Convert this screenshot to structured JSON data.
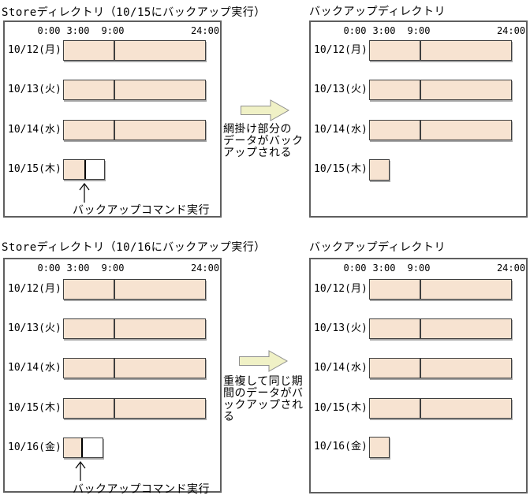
{
  "colors": {
    "bar_fill": "#F7E3D1",
    "bar_border": "#3F3F3F",
    "bar_shadow": "#A6A6A6",
    "panel_border": "#5F5F5F",
    "arrow_fill": "#F0F1C6",
    "arrow_stroke": "#8F8F8F"
  },
  "panels": {
    "tl": {
      "title": "Storeディレクトリ（10/15にバックアップ実行）",
      "axis": [
        "0:00",
        "3:00",
        "9:00",
        "24:00"
      ],
      "rows": [
        "10/12(月)",
        "10/13(火)",
        "10/14(水)",
        "10/15(木)"
      ],
      "command_label": "バックアップコマンド実行"
    },
    "tr": {
      "title": "バックアップディレクトリ",
      "axis": [
        "0:00",
        "3:00",
        "9:00",
        "24:00"
      ],
      "rows": [
        "10/12(月)",
        "10/13(火)",
        "10/14(水)",
        "10/15(木)"
      ]
    },
    "bl": {
      "title": "Storeディレクトリ（10/16にバックアップ実行）",
      "axis": [
        "0:00",
        "3:00",
        "9:00",
        "24:00"
      ],
      "rows": [
        "10/12(月)",
        "10/13(火)",
        "10/14(水)",
        "10/15(木)",
        "10/16(金)"
      ],
      "command_label": "バックアップコマンド実行"
    },
    "br": {
      "title": "バックアップディレクトリ",
      "axis": [
        "0:00",
        "3:00",
        "9:00",
        "24:00"
      ],
      "rows": [
        "10/12(月)",
        "10/13(火)",
        "10/14(水)",
        "10/15(木)",
        "10/16(金)"
      ]
    }
  },
  "notes": {
    "top": {
      "lines": [
        "網掛け部分の",
        "データがバック",
        "アップされる"
      ]
    },
    "bottom": {
      "lines": [
        "重複して同じ期",
        "間のデータがバ",
        "ックアップされ",
        "る"
      ]
    }
  }
}
